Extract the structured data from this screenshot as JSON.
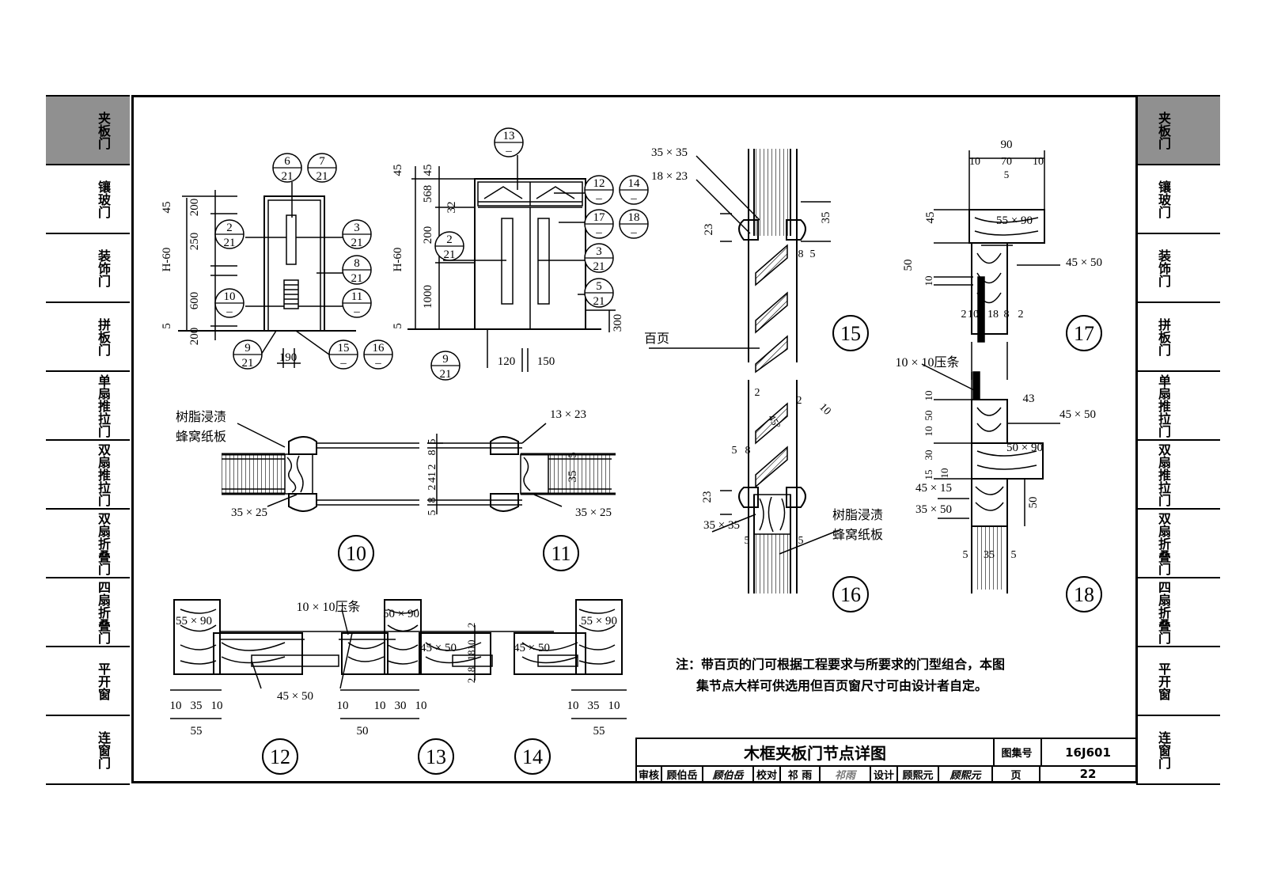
{
  "left_tabs": [
    "夹板门",
    "镶玻门",
    "装饰门",
    "拼板门",
    "单扇推拉门",
    "双扇推拉门",
    "双扇折叠门",
    "四扇折叠门",
    "平开窗",
    "连窗门"
  ],
  "right_tabs": [
    "夹板门",
    "镶玻门",
    "装饰门",
    "拼板门",
    "单扇推拉门",
    "双扇推拉门",
    "双扇折叠门",
    "四扇折叠门",
    "平开窗",
    "连窗门"
  ],
  "active_tab": 0,
  "note": {
    "line1": "注：带百页的门可根据工程要求与所要求的门型组合，本图",
    "line2": "集节点大样可供选用但百页窗尺寸可由设计者自定。"
  },
  "title_block": {
    "title": "木框夹板门节点详图",
    "atlas_label": "图集号",
    "atlas_no": "16J601",
    "review_label": "审核",
    "reviewer": "顾伯岳",
    "reviewer_sig": "顾伯岳",
    "check_label": "校对",
    "checker": "祁 雨",
    "checker_sig": "祁雨",
    "design_label": "设计",
    "designer": "顾熙元",
    "designer_sig": "顾熙元",
    "page_label": "页",
    "page_no": "22"
  },
  "elev1": {
    "dims_v": [
      "45",
      "200",
      "250",
      "600",
      "5",
      "200"
    ],
    "h": "H-60",
    "dim_h": "190",
    "refs": [
      [
        "6",
        "21"
      ],
      [
        "7",
        "21"
      ],
      [
        "2",
        "21"
      ],
      [
        "3",
        "21"
      ],
      [
        "8",
        "21"
      ],
      [
        "10",
        "–"
      ],
      [
        "11",
        "–"
      ],
      [
        "9",
        "21"
      ],
      [
        "15",
        "–"
      ],
      [
        "16",
        "–"
      ]
    ]
  },
  "elev2": {
    "dims_v": [
      "45",
      "45",
      "568",
      "32",
      "200",
      "1000",
      "5",
      "300"
    ],
    "h": "H-60",
    "dims_h": [
      "120",
      "150"
    ],
    "refs": [
      [
        "13",
        "–"
      ],
      [
        "12",
        "–"
      ],
      [
        "14",
        "–"
      ],
      [
        "17",
        "–"
      ],
      [
        "18",
        "–"
      ],
      [
        "2",
        "21"
      ],
      [
        "3",
        "21"
      ],
      [
        "5",
        "21"
      ],
      [
        "9",
        "21"
      ]
    ]
  },
  "sec10": {
    "lbl1": "树脂浸渍",
    "lbl2": "蜂窝纸板",
    "d1": "35 × 25",
    "no": "10"
  },
  "sec11": {
    "d1": "13 × 23",
    "d2": "35 × 25",
    "no": "11",
    "dims": [
      "5",
      "8",
      "2",
      "41",
      "2",
      "8",
      "5"
    ],
    "d3": "5",
    "d4": "35"
  },
  "sec12": {
    "d1": "55 × 90",
    "d2": "45 × 50",
    "dims": [
      "10",
      "35",
      "10",
      "55"
    ],
    "no": "12"
  },
  "sec13": {
    "d0": "10 × 10压条",
    "d1": "50 × 90",
    "d2": "45 × 50",
    "dims": [
      "10",
      "30",
      "10",
      "50"
    ],
    "no": "13",
    "v": [
      "2",
      "10",
      "18",
      "8",
      "2"
    ]
  },
  "sec14": {
    "d1": "55 × 90",
    "d2": "45 × 50",
    "dims": [
      "10",
      "35",
      "10",
      "55"
    ],
    "no": "14"
  },
  "sec15": {
    "d1": "35 × 35",
    "d2": "18 × 23",
    "d3": "23",
    "d4": "35",
    "d5": "8",
    "d6": "5",
    "lbl": "百页",
    "no": "15"
  },
  "sec16": {
    "d1": "2",
    "d2": "2",
    "d3": "10",
    "d4": "45°",
    "d5": "5",
    "d6": "8",
    "d7": "23",
    "d8": "35 × 35",
    "d9": "5",
    "d10": "5",
    "lbl1": "树脂浸渍",
    "lbl2": "蜂窝纸板",
    "no": "16"
  },
  "sec17": {
    "top": "90",
    "t2": [
      "10",
      "70",
      "10"
    ],
    "t3": "5",
    "d1": "55 × 90",
    "d2": "45 × 50",
    "v1": "45",
    "v2": "50",
    "v3": "10",
    "b": [
      "2",
      "10",
      "5",
      "18",
      "8",
      "2"
    ],
    "no": "17"
  },
  "sec18": {
    "lbl": "10 × 10压条",
    "v": [
      "10",
      "50",
      "10",
      "30",
      "15",
      "10"
    ],
    "d1": "43",
    "d2": "45 × 50",
    "d3": "50 × 90",
    "d4": "45 × 15",
    "d5": "35 × 50",
    "d6": "50",
    "b": [
      "5",
      "35",
      "5"
    ],
    "no": "18"
  }
}
